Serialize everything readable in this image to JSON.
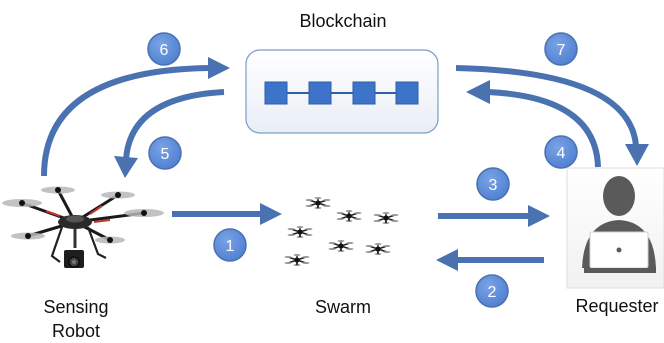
{
  "labels": {
    "blockchain": "Blockchain",
    "swarm": "Swarm",
    "sensing_line1": "Sensing",
    "sensing_line2": "Robot",
    "requester": "Requester"
  },
  "steps": [
    "1",
    "2",
    "3",
    "4",
    "5",
    "6",
    "7"
  ],
  "colors": {
    "arrow": "#4a72b0",
    "badge_fill": "#5d8ad8",
    "badge_stroke": "#4a72b0",
    "block": "#3d73c9",
    "panel_stroke": "#7a9cc8"
  }
}
